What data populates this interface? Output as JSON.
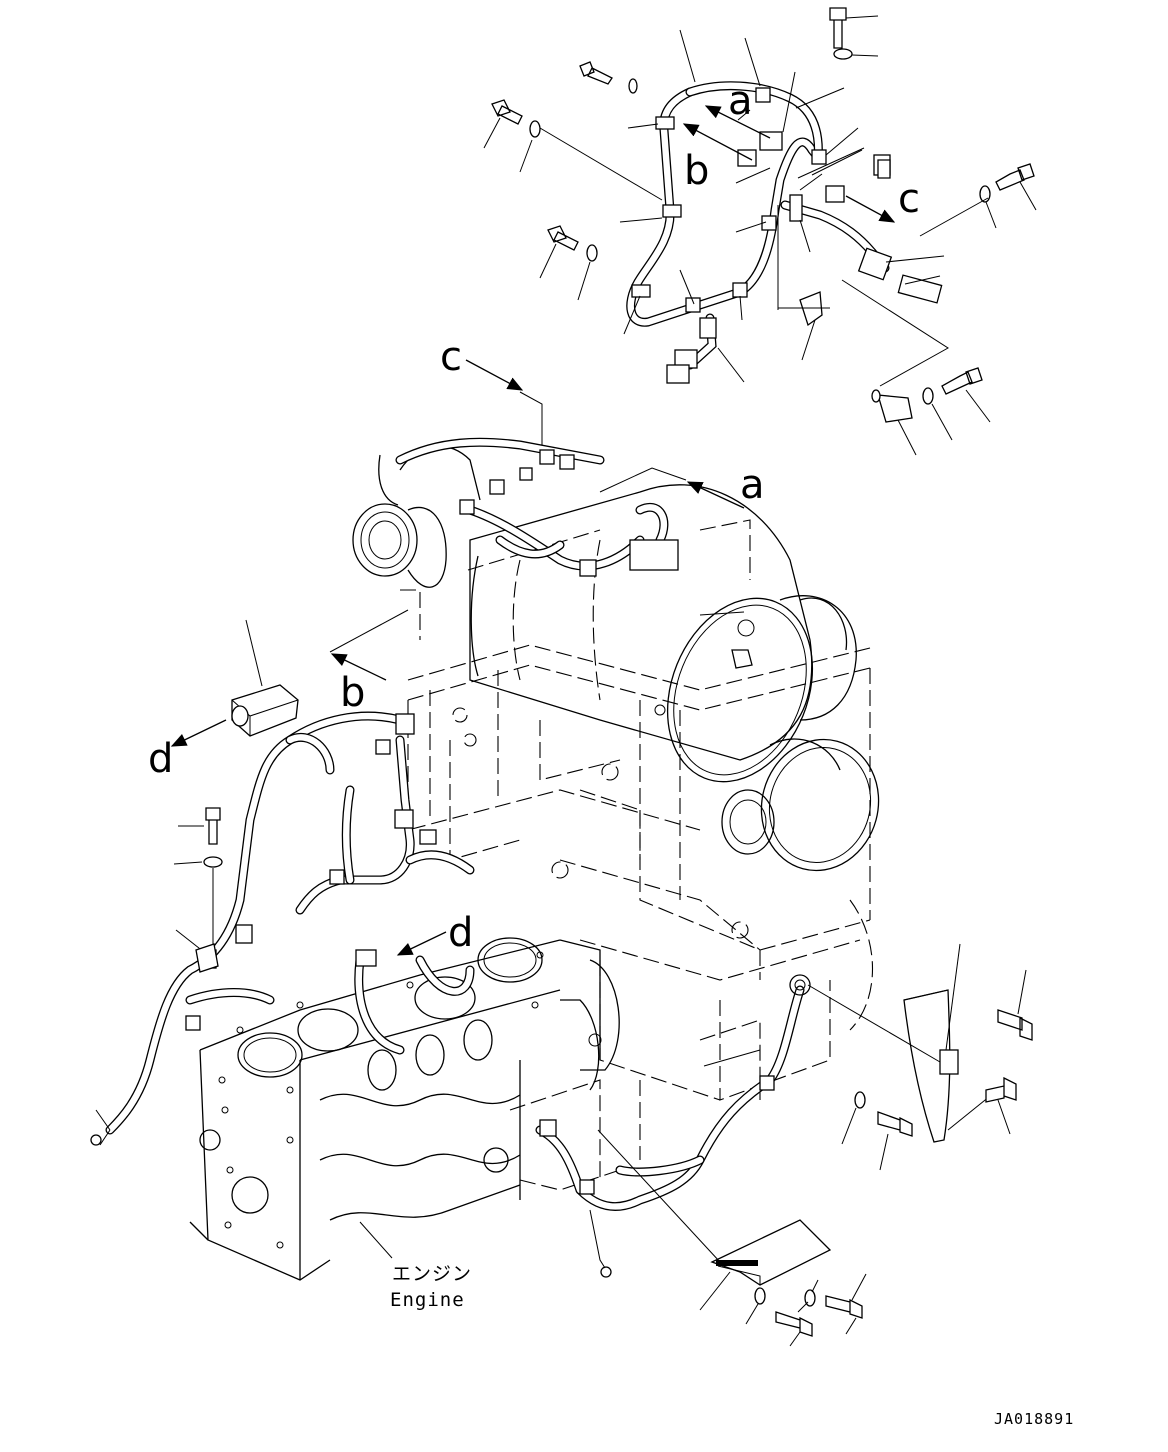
{
  "view_labels": {
    "a_top": "a",
    "b_top": "b",
    "c_top": "c",
    "c_main": "c",
    "a_main": "a",
    "b_main": "b",
    "d_left": "d",
    "d_main": "d"
  },
  "engine_label": {
    "japanese": "エンジン",
    "english": "Engine"
  },
  "drawing_ref": "JA018891",
  "icons": [
    "bolt-icon",
    "washer-icon",
    "connector-icon",
    "clamp-icon",
    "arrow-icon"
  ]
}
